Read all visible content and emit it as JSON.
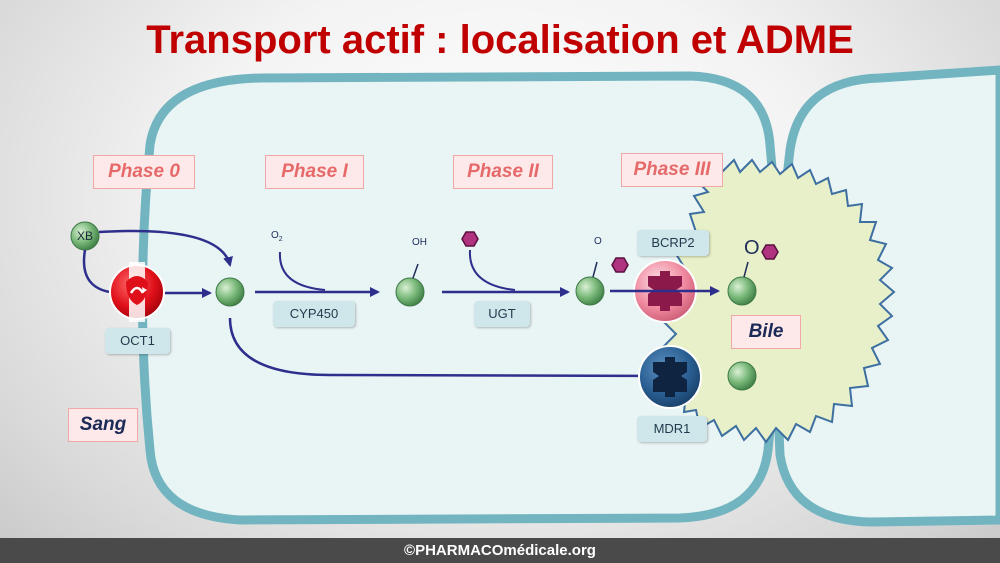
{
  "title": "Transport actif : localisation et ADME",
  "phases": [
    "Phase 0",
    "Phase I",
    "Phase II",
    "Phase III"
  ],
  "zones": {
    "blood": "Sang",
    "bile": "Bile"
  },
  "labels": {
    "xb": "XB",
    "oct1": "OCT1",
    "cyp450": "CYP450",
    "ugt": "UGT",
    "bcrp2": "BCRP2",
    "mdr1": "MDR1",
    "o2": "O",
    "o2_sub": "2",
    "oh": "OH",
    "o_small": "O",
    "o_big": "O"
  },
  "footer": "©PHARMACOmédicale.org",
  "colors": {
    "title": "#c00000",
    "cell_border": "#72b5c0",
    "cell_fill": "#e9f4f5",
    "bile_fill": "#e7f0c8",
    "arrow": "#2e2e8c",
    "molecule": "#6fae6f",
    "glucuronide": "#b0337f"
  }
}
